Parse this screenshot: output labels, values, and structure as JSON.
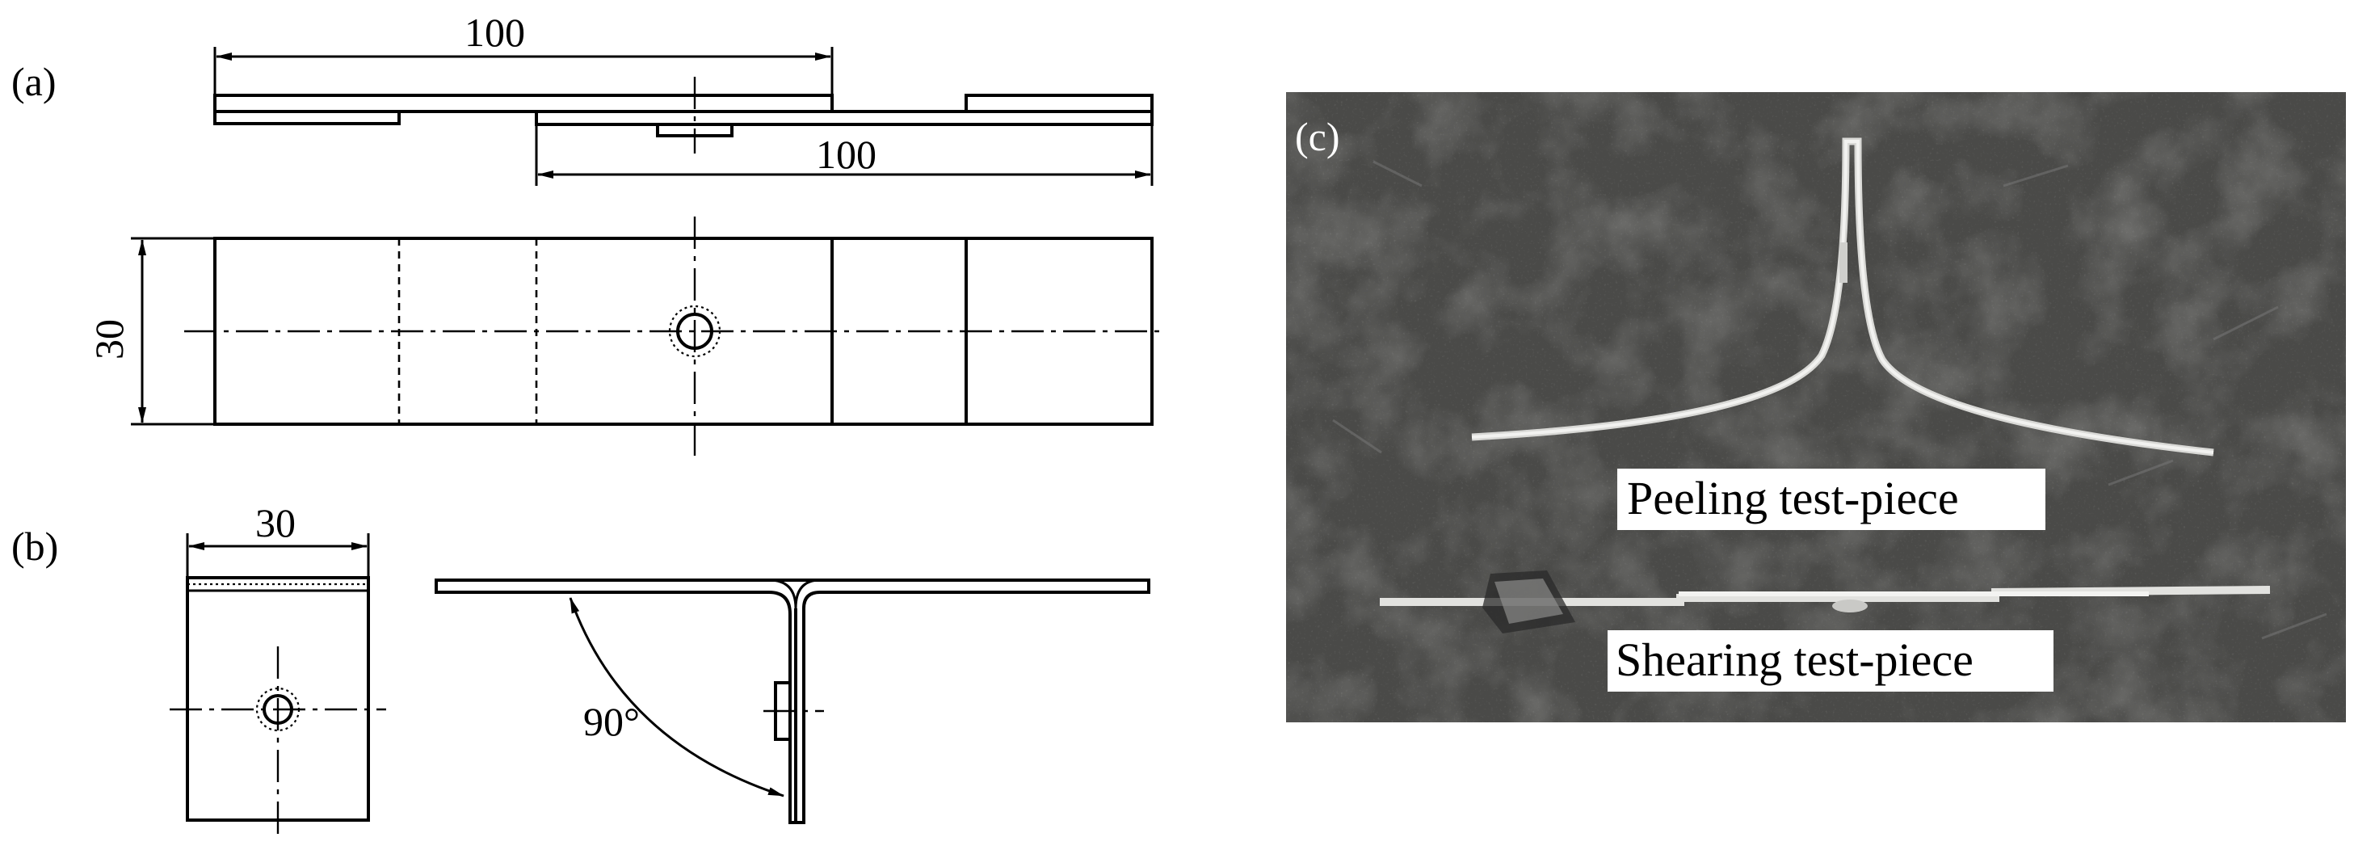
{
  "panels": {
    "a": {
      "label": "(a)",
      "dim_top": "100",
      "dim_bottom": "100",
      "dim_side": "30"
    },
    "b": {
      "label": "(b)",
      "dim_width": "30",
      "angle": "90°"
    },
    "c": {
      "label": "(c)",
      "peeling_caption": "Peeling test-piece",
      "shearing_caption": "Shearing test-piece",
      "photo_colors": {
        "background": "#4a4a48",
        "specimen": "#e6e6e3"
      }
    }
  }
}
